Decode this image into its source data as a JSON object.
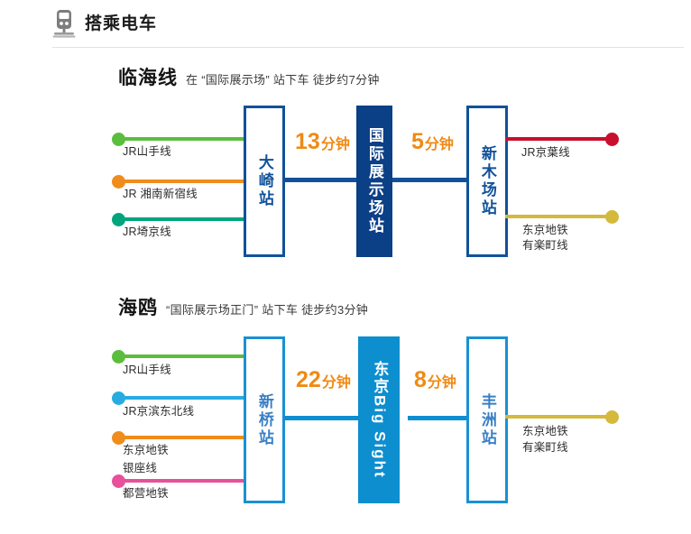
{
  "header": {
    "title": "搭乘电车",
    "icon": "train-icon"
  },
  "colors": {
    "jr_yamanote": "#5bbd3c",
    "jr_shonan_shinjuku": "#f08c1c",
    "jr_saikyo": "#00a57e",
    "jr_keiyo": "#c8102e",
    "tokyo_metro_yurakucho": "#d4b93c",
    "jr_keihin_tohoku": "#29abe2",
    "tokyo_metro_ginza": "#f08c1c",
    "toei_subway": "#e8509b",
    "rinkai_dark_blue": "#11519a",
    "rinkai_fill": "#0b3f86",
    "yurikamome_light_blue": "#1a90d4",
    "yurikamome_fill": "#0d8ecf",
    "time_orange": "#f08a14"
  },
  "sections": [
    {
      "id": "rinkai",
      "line_name": "临海线",
      "line_desc": "在 “国际展示场” 站下车 徒步约7分钟",
      "left_lines": [
        {
          "label": "JR山手线",
          "color": "#5bbd3c"
        },
        {
          "label": "JR 湘南新宿线",
          "color": "#f08c1c"
        },
        {
          "label": "JR埼京线",
          "color": "#00a57e"
        }
      ],
      "right_lines": [
        {
          "label": "JR京葉线",
          "label2": "",
          "color": "#c8102e"
        },
        {
          "label": "东京地铁",
          "label2": "有楽町线",
          "color": "#d4b93c"
        }
      ],
      "stations": [
        {
          "name": "大崎站",
          "style": "outline"
        },
        {
          "name": "国际展示场站",
          "style": "fill"
        },
        {
          "name": "新木场站",
          "style": "outline"
        }
      ],
      "times": [
        {
          "num": "13",
          "unit": "分钟"
        },
        {
          "num": "5",
          "unit": "分钟"
        }
      ]
    },
    {
      "id": "yurikamome",
      "line_name": "海鸥",
      "line_desc": "“国际展示场正门” 站下车 徒步约3分钟",
      "left_lines": [
        {
          "label": "JR山手线",
          "color": "#5bbd3c"
        },
        {
          "label": "JR京滨东北线",
          "color": "#29abe2"
        },
        {
          "label": "东京地铁",
          "label2": "银座线",
          "color": "#f08c1c"
        },
        {
          "label": "都营地铁",
          "color": "#e8509b"
        }
      ],
      "right_lines": [
        {
          "label": "东京地铁",
          "label2": "有楽町线",
          "color": "#d4b93c"
        }
      ],
      "stations": [
        {
          "name": "新桥站",
          "style": "outline"
        },
        {
          "name": "东京Big Sight",
          "style": "fill"
        },
        {
          "name": "丰洲站",
          "style": "outline"
        }
      ],
      "times": [
        {
          "num": "22",
          "unit": "分钟"
        },
        {
          "num": "8",
          "unit": "分钟"
        }
      ]
    }
  ]
}
